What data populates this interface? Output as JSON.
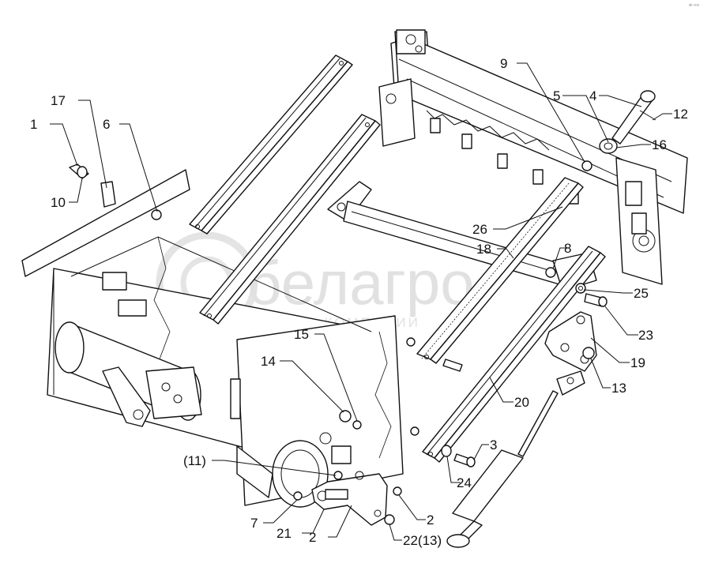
{
  "watermark": {
    "brand": "белагро",
    "tagline": "ГРУППА КОМПАНИЙ"
  },
  "corner_mark": "ᵃᵇ ᵒᵒᵒ",
  "callouts": [
    {
      "id": "c1",
      "text": "1"
    },
    {
      "id": "c17",
      "text": "17"
    },
    {
      "id": "c6",
      "text": "6"
    },
    {
      "id": "c10",
      "text": "10"
    },
    {
      "id": "c9",
      "text": "9"
    },
    {
      "id": "c5",
      "text": "5"
    },
    {
      "id": "c4",
      "text": "4"
    },
    {
      "id": "c12",
      "text": "12"
    },
    {
      "id": "c16",
      "text": "16"
    },
    {
      "id": "c26",
      "text": "26"
    },
    {
      "id": "c18",
      "text": "18"
    },
    {
      "id": "c8",
      "text": "8"
    },
    {
      "id": "c25",
      "text": "25"
    },
    {
      "id": "c23",
      "text": "23"
    },
    {
      "id": "c15",
      "text": "15"
    },
    {
      "id": "c19",
      "text": "19"
    },
    {
      "id": "c14",
      "text": "14"
    },
    {
      "id": "c13",
      "text": "13"
    },
    {
      "id": "c20",
      "text": "20"
    },
    {
      "id": "c3",
      "text": "3"
    },
    {
      "id": "c11",
      "text": "(11)"
    },
    {
      "id": "c24",
      "text": "24"
    },
    {
      "id": "c2a",
      "text": "2"
    },
    {
      "id": "c7",
      "text": "7"
    },
    {
      "id": "c21",
      "text": "21"
    },
    {
      "id": "c2b",
      "text": "2"
    },
    {
      "id": "c22",
      "text": "22(13)"
    }
  ]
}
